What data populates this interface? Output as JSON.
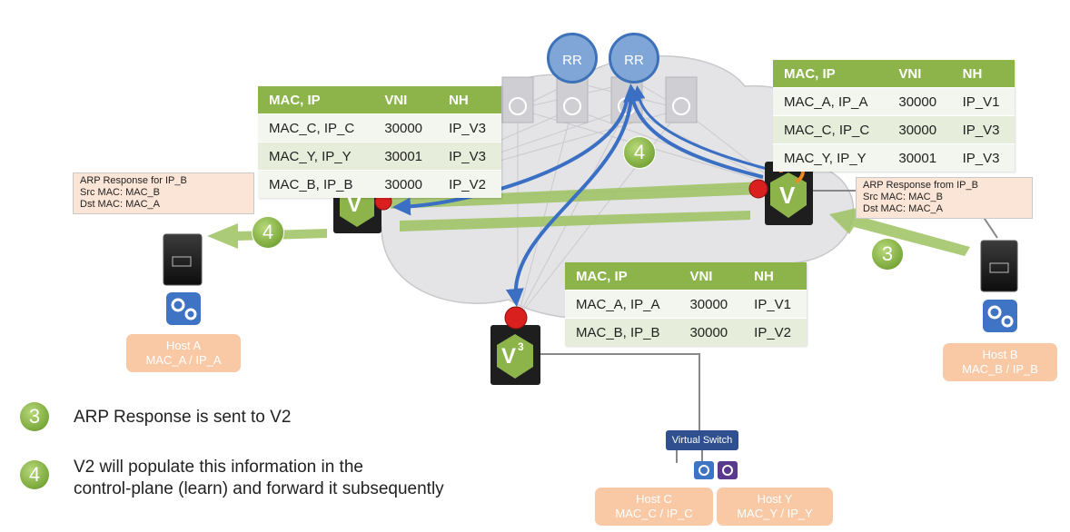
{
  "route_reflectors": [
    "RR",
    "RR"
  ],
  "table_v1": {
    "headers": [
      "MAC, IP",
      "VNI",
      "NH"
    ],
    "rows": [
      [
        "MAC_C, IP_C",
        "30000",
        "IP_V3"
      ],
      [
        "MAC_Y, IP_Y",
        "30001",
        "IP_V3"
      ],
      [
        "MAC_B, IP_B",
        "30000",
        "IP_V2"
      ]
    ]
  },
  "table_v2": {
    "headers": [
      "MAC, IP",
      "VNI",
      "NH"
    ],
    "rows": [
      [
        "MAC_A, IP_A",
        "30000",
        "IP_V1"
      ],
      [
        "MAC_C, IP_C",
        "30000",
        "IP_V3"
      ],
      [
        "MAC_Y, IP_Y",
        "30001",
        "IP_V3"
      ]
    ]
  },
  "table_v3": {
    "headers": [
      "MAC, IP",
      "VNI",
      "NH"
    ],
    "rows": [
      [
        "MAC_A, IP_A",
        "30000",
        "IP_V1"
      ],
      [
        "MAC_B, IP_B",
        "30000",
        "IP_V2"
      ]
    ]
  },
  "note_left": [
    "ARP Response for IP_B",
    "Src MAC: MAC_B",
    "Dst MAC: MAC_A"
  ],
  "note_right": [
    "ARP Response from IP_B",
    "Src MAC: MAC_B",
    "Dst MAC: MAC_A"
  ],
  "vtep_labels": [
    "V",
    "V",
    "V",
    "3"
  ],
  "hosts": {
    "a": [
      "Host A",
      "MAC_A / IP_A"
    ],
    "b": [
      "Host B",
      "MAC_B / IP_B"
    ],
    "c": [
      "Host C",
      "MAC_C / IP_C"
    ],
    "y": [
      "Host Y",
      "MAC_Y / IP_Y"
    ]
  },
  "virtual_switch": "Virtual Switch",
  "step_badges": [
    "4",
    "4",
    "3"
  ],
  "legend": [
    {
      "num": "3",
      "text": [
        "ARP Response is sent to V2"
      ]
    },
    {
      "num": "4",
      "text": [
        "V2 will populate this information in the",
        "control-plane (learn) and forward it subsequently"
      ]
    }
  ],
  "colors": {
    "green": "#8cb44a",
    "arrow_blue": "#3a6fc4",
    "note_bg": "#fbe5d6",
    "host_bg": "#f9c9a6",
    "cloud": "#e4e4e6",
    "rr": "#7fa6d6"
  },
  "icons": [
    "cloud-icon",
    "spine-switch-icon",
    "vtep-switch-icon",
    "server-icon",
    "gear-icon",
    "red-dot-icon",
    "refresh-icon"
  ]
}
